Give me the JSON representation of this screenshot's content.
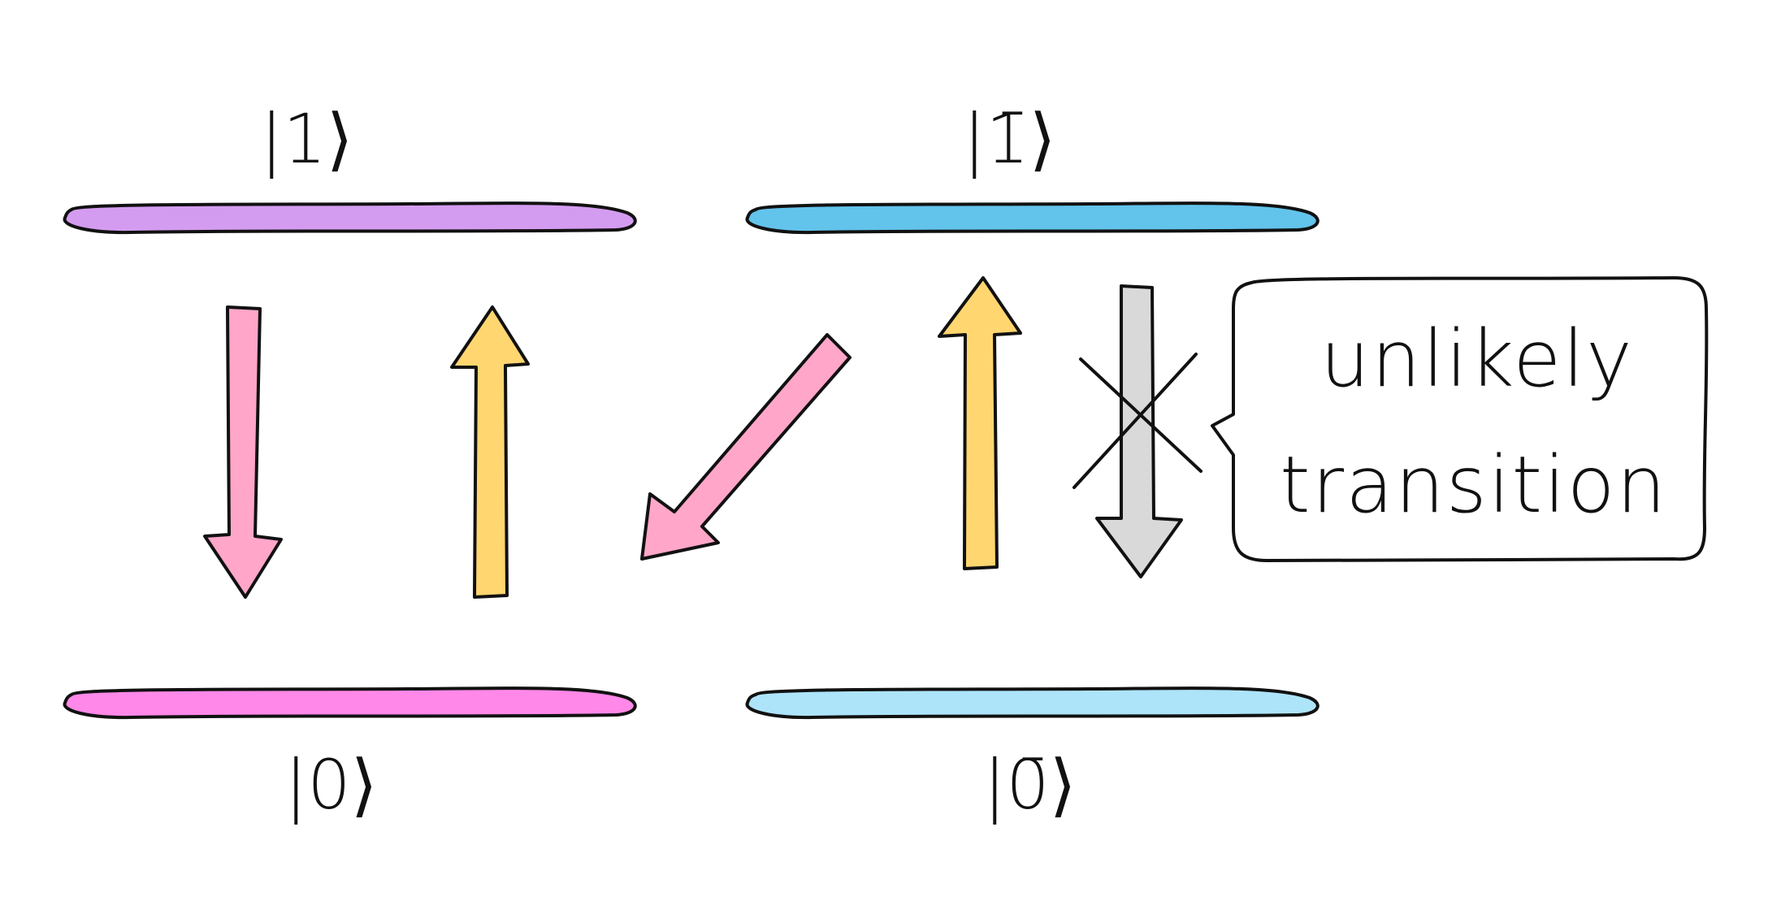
{
  "diagram": {
    "levels": [
      {
        "id": "one",
        "label": "|1⟩",
        "color": "#d49cf0"
      },
      {
        "id": "zero",
        "label": "|0⟩",
        "color": "#ff88e8"
      },
      {
        "id": "one-bar",
        "label": "|1̄⟩",
        "color": "#62c3eb"
      },
      {
        "id": "zero-bar",
        "label": "|0̄⟩",
        "color": "#ade4fa"
      }
    ],
    "arrows": [
      {
        "id": "decay-one-to-zero",
        "from": "|1⟩",
        "to": "|0⟩",
        "color": "#ffa6c9"
      },
      {
        "id": "excite-zero-to-one",
        "from": "|0⟩",
        "to": "|1⟩",
        "color": "#ffd670"
      },
      {
        "id": "decay-onebar-to-zero",
        "from": "|1̄⟩",
        "to": "|0⟩",
        "color": "#ffa6c9"
      },
      {
        "id": "excite-to-onebar",
        "from": "|0̄⟩",
        "to": "|1̄⟩",
        "color": "#ffd670"
      },
      {
        "id": "blocked-onebar-to-zerobar",
        "from": "|1̄⟩",
        "to": "|0̄⟩",
        "color": "#d9d9d9",
        "crossed_out": true
      }
    ],
    "callout": {
      "line1": "unlikely",
      "line2": "transition"
    }
  }
}
